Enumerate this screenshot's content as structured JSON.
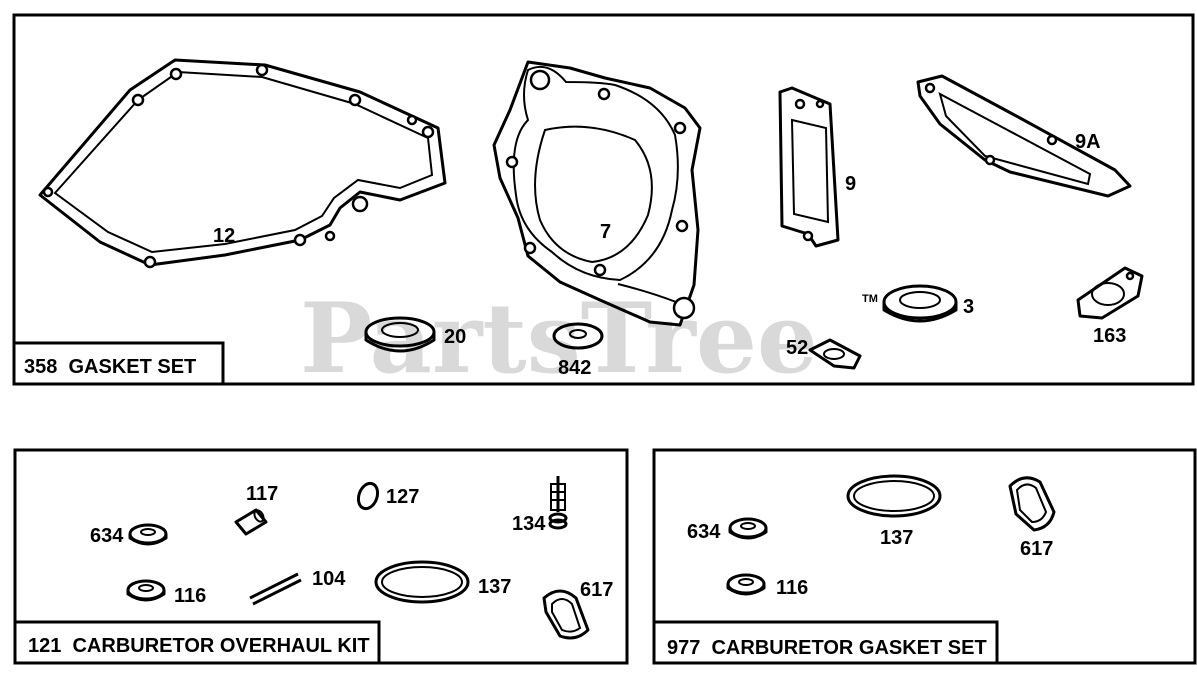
{
  "watermark": {
    "text": "PartsTree",
    "tm": "TM"
  },
  "panels": {
    "gasket_set": {
      "title": "358  GASKET SET",
      "callouts": {
        "p12": "12",
        "p7": "7",
        "p9": "9",
        "p9a": "9A",
        "p3": "3",
        "p163": "163",
        "p20": "20",
        "p842": "842",
        "p52": "52"
      }
    },
    "carb_overhaul_kit": {
      "title": "121  CARBURETOR OVERHAUL KIT",
      "callouts": {
        "p634": "634",
        "p117": "117",
        "p127": "127",
        "p134": "134",
        "p116": "116",
        "p104": "104",
        "p137": "137",
        "p617": "617"
      }
    },
    "carb_gasket_set": {
      "title": "977  CARBURETOR GASKET SET",
      "callouts": {
        "p634": "634",
        "p137": "137",
        "p617": "617",
        "p116": "116"
      }
    }
  }
}
